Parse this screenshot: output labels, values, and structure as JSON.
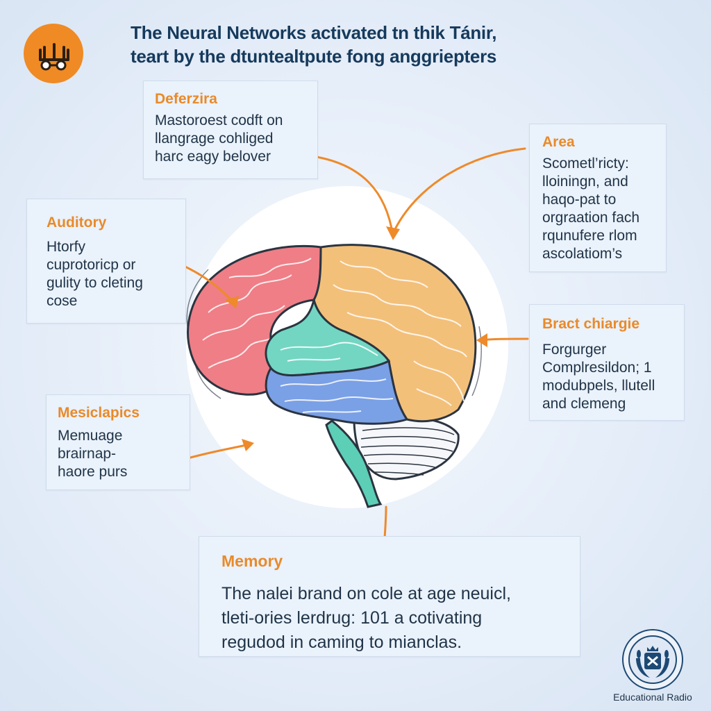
{
  "title": {
    "line1": "The Neural Networks activated tn thik Tánir,",
    "line2": "teart by the dtuntealtpute fong anggriepters"
  },
  "cards": {
    "deferzira": {
      "heading": "Deferzira",
      "lines": [
        "Mastoroest codft on",
        "llangrage cohliged",
        "harc eagy belover"
      ]
    },
    "area": {
      "heading": "Area",
      "lines": [
        "Scometl’ricty:",
        "lloiningn, and",
        "haqo-pat to",
        "orgraation fach",
        "rqunufere rlom",
        "ascolatiom’s"
      ]
    },
    "auditory": {
      "heading": "Auditory",
      "lines": [
        "Htorfy",
        "cuprotoricp or",
        "gulity to cleting",
        "cose"
      ]
    },
    "brain_charge": {
      "heading": "Bract chiargie",
      "lines": [
        "Forgurger",
        "Complresildon; 1",
        "modubpels, llutell",
        "and clemeng"
      ]
    },
    "mesiclapics": {
      "heading": "Mesiclapics",
      "lines": [
        "Memuage",
        "brairnap-",
        "haore purs"
      ]
    },
    "memory": {
      "heading": "Memory",
      "lines": [
        "The nalei brand on cole at age neuicl,",
        "tleti-ories lerdrug: 101 a cotivating",
        "regudod in caming to mianclas."
      ]
    }
  },
  "badge": {
    "label": "Educational Radio",
    "icon": "laurel-crest-icon"
  },
  "logo": {
    "icon": "robot-glasses-icon"
  },
  "colors": {
    "accent": "#e98a2a",
    "frontal_lobe": "#ef7e86",
    "parietal_lobe": "#f3c07a",
    "limbic": "#72d6c2",
    "temporal_lobe": "#7aa0e6",
    "brain_stem": "#5ccfb6",
    "title": "#163a5c"
  }
}
